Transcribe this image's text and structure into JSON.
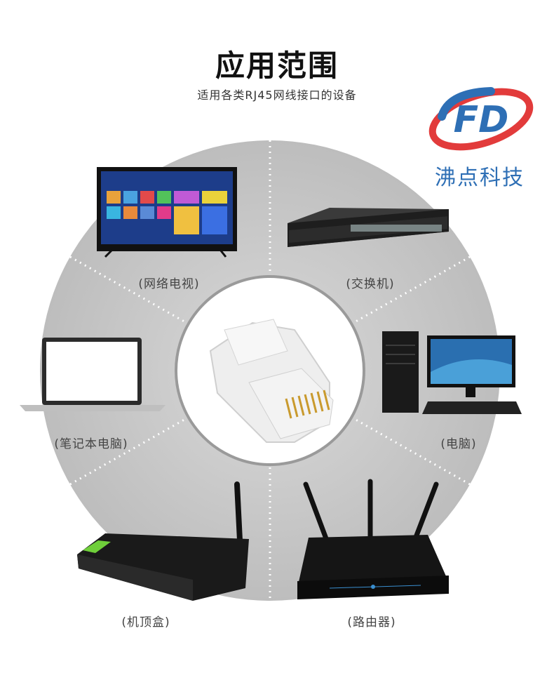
{
  "header": {
    "title": "应用范围",
    "subtitle": "适用各类RJ45网线接口的设备"
  },
  "brand": {
    "name": "沸点科技",
    "logo_letters": "FD",
    "colors": {
      "red": "#e23b3b",
      "blue": "#2e6fb5"
    }
  },
  "devices": [
    {
      "label": "(网络电视)"
    },
    {
      "label": "(交换机)"
    },
    {
      "label": "(笔记本电脑)"
    },
    {
      "label": "(电脑)"
    },
    {
      "label": "(机顶盒)"
    },
    {
      "label": "(路由器)"
    }
  ],
  "center": {
    "item": "rj45-connector"
  },
  "colors": {
    "circle": "#c9c9c9",
    "divider": "#ffffff"
  }
}
